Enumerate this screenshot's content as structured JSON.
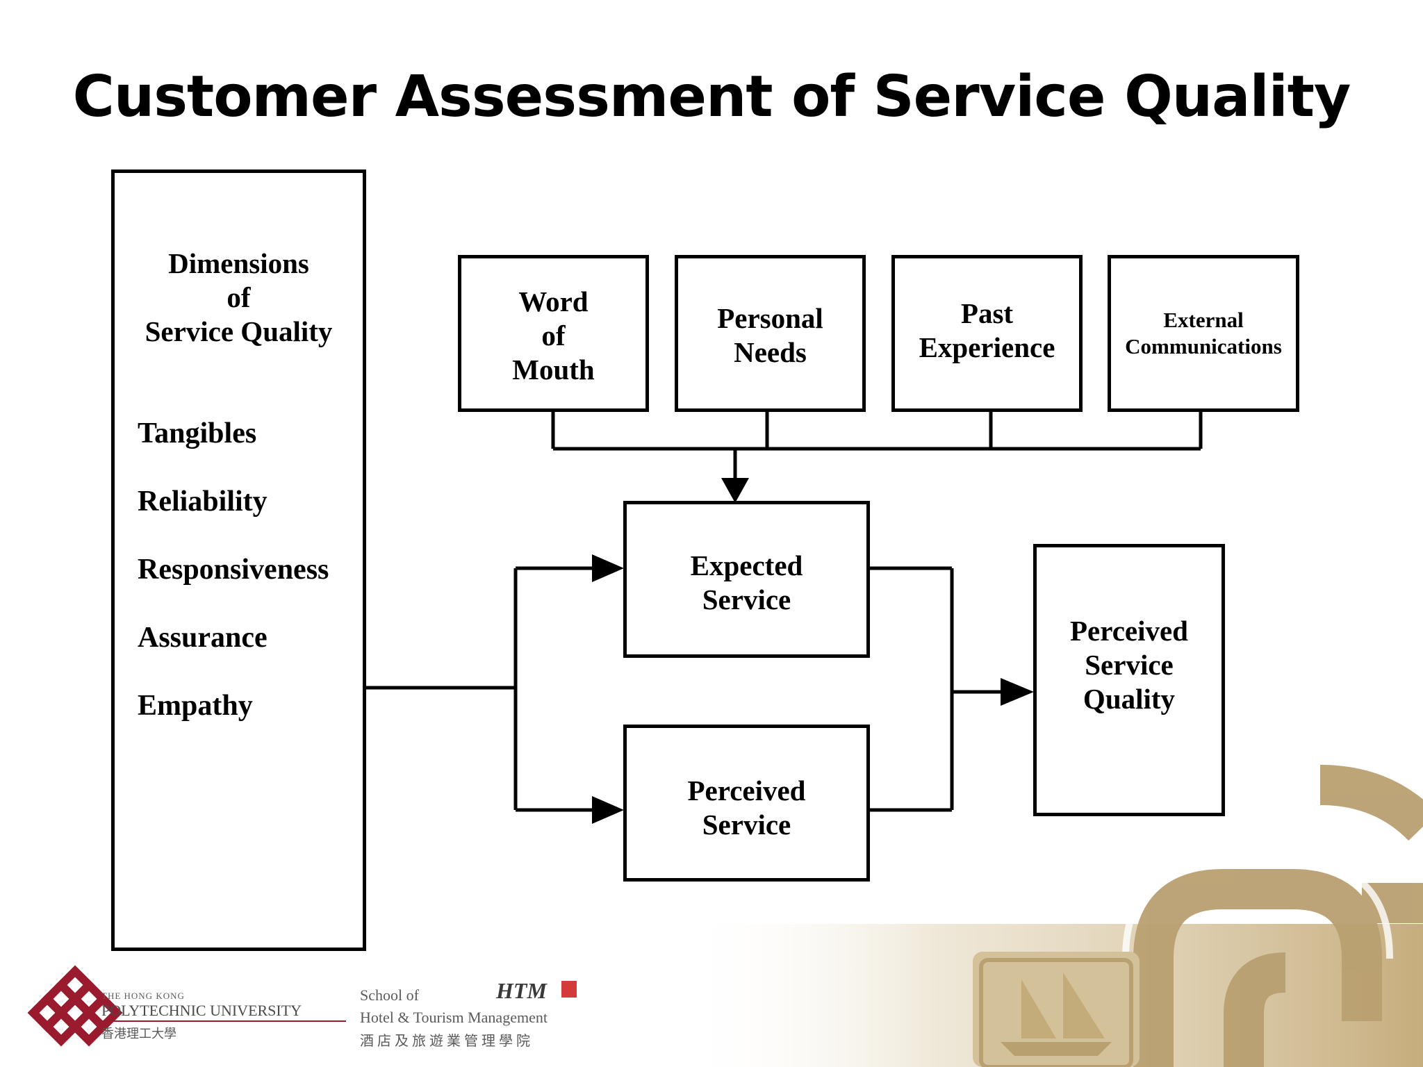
{
  "title": "Customer Assessment of Service Quality",
  "dimensions_box": {
    "heading": "Dimensions\nof\nService Quality",
    "items": [
      "Tangibles",
      "Reliability",
      "Responsiveness",
      "Assurance",
      "Empathy"
    ]
  },
  "sources": [
    {
      "label": "Word\nof\nMouth"
    },
    {
      "label": "Personal\nNeeds"
    },
    {
      "label": "Past\nExperience"
    },
    {
      "label": "External\nCommunications"
    }
  ],
  "expected_service": "Expected\nService",
  "perceived_service": "Perceived\nService",
  "perceived_service_quality": "Perceived\nService\nQuality",
  "footer": {
    "university_small": "THE HONG KONG",
    "university_name": "POLYTECHNIC UNIVERSITY",
    "university_chinese": "香港理工大學",
    "school_line1": "School of",
    "school_line2": "Hotel & Tourism Management",
    "school_chinese": "酒 店 及 旅 遊 業 管 理 學 院",
    "school_logo": "HTM"
  },
  "colors": {
    "logo_red": "#9b1b2e",
    "gold": "#b9a071",
    "gold_light": "#d8c79f"
  }
}
